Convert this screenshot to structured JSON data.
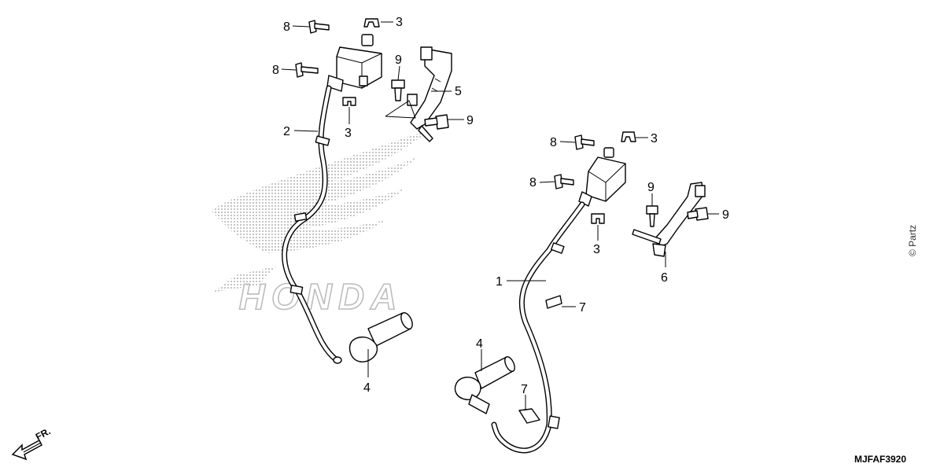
{
  "diagram": {
    "code": "MJFAF3920",
    "copyright": "© Partz",
    "watermark": "HONDA",
    "direction_label": "FR.",
    "callouts": [
      {
        "id": "c-8a",
        "label": "8"
      },
      {
        "id": "c-3a",
        "label": "3"
      },
      {
        "id": "c-8b",
        "label": "8"
      },
      {
        "id": "c-9a",
        "label": "9"
      },
      {
        "id": "c-5",
        "label": "5"
      },
      {
        "id": "c-3b",
        "label": "3"
      },
      {
        "id": "c-9b",
        "label": "9"
      },
      {
        "id": "c-2",
        "label": "2"
      },
      {
        "id": "c-4a",
        "label": "4"
      },
      {
        "id": "c-8c",
        "label": "8"
      },
      {
        "id": "c-3c",
        "label": "3"
      },
      {
        "id": "c-8d",
        "label": "8"
      },
      {
        "id": "c-9c",
        "label": "9"
      },
      {
        "id": "c-9d",
        "label": "9"
      },
      {
        "id": "c-3d",
        "label": "3"
      },
      {
        "id": "c-6",
        "label": "6"
      },
      {
        "id": "c-1",
        "label": "1"
      },
      {
        "id": "c-7a",
        "label": "7"
      },
      {
        "id": "c-4b",
        "label": "4"
      },
      {
        "id": "c-7b",
        "label": "7"
      }
    ]
  }
}
